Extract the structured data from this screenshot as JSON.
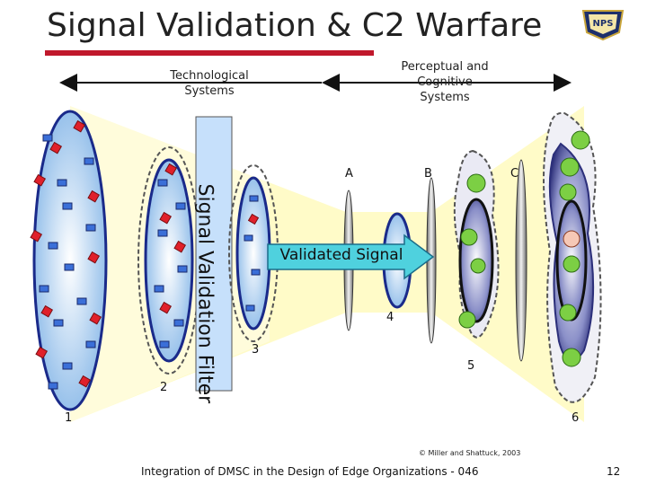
{
  "title": "Signal Validation & C2 Warfare",
  "labels": {
    "technological": [
      "Technological",
      "Systems"
    ],
    "perceptual": [
      "Perceptual and",
      "Cognitive",
      "Systems"
    ],
    "filter": "Signal Validation Filter",
    "validated": "Validated Signal",
    "stage_a": "A",
    "stage_b": "B",
    "stage_c": "C",
    "stage_1": "1",
    "stage_2": "2",
    "stage_3": "3",
    "stage_4": "4",
    "stage_5": "5",
    "stage_6": "6"
  },
  "credit": "© Miller and Shattuck, 2003",
  "footer": "Integration of DMSC in the Design of Edge Organizations - 046",
  "page_number": "12",
  "logo_text": "NPS",
  "colors": {
    "title_rule": "#c0182b",
    "cone": "#fffbc8",
    "ellipse_fill": "#9cc6ee",
    "ellipse_stroke": "#1a2a8a",
    "validated_arrow": "#4fd1de",
    "red_marker": "#e0202a",
    "blue_marker": "#3b6fd8",
    "green_node": "#7ccf44"
  }
}
